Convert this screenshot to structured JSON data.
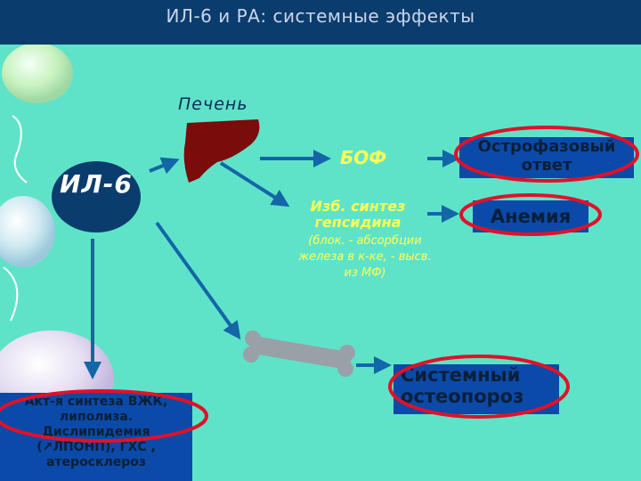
{
  "title": "ИЛ-6 и РА: системные эффекты",
  "il6": "ИЛ-6",
  "liver": "Печень",
  "bof": "БОФ",
  "hepcidin": {
    "line1": "Изб. синтез",
    "line2": "гепсидина",
    "note1": "(блок. - абсорбции",
    "note2": "железа в к-ке, - высв.",
    "note3": "из МФ)"
  },
  "boxes": {
    "acute_phase": [
      "Острофазовый",
      "ответ"
    ],
    "anemia": "Анемия",
    "osteoporosis": [
      "Системный",
      "остеопороз"
    ],
    "lipid": [
      "Акт-я синтеза ВЖК,",
      "липолиза.",
      "Дислипидемия",
      "(↗ЛПОНП), ГХС ,",
      "атеросклероз"
    ]
  },
  "colors": {
    "background": "#5fe3c8",
    "title_bar": "#0b3c6e",
    "box": "#0b4aa8",
    "arrow": "#1366a8",
    "highlight_ellipse": "#e0112a",
    "liver": "#7a0c0c",
    "il6_ellipse": "#0b3c6e",
    "bone": "#9aa0a8",
    "accent_text": "#ffff55"
  }
}
